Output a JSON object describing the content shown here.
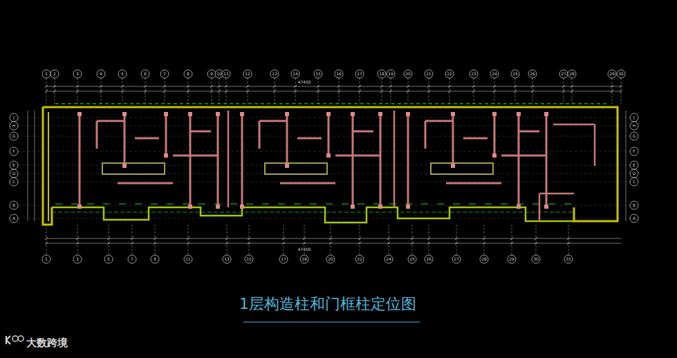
{
  "diagram": {
    "title": "1层构造柱和门框柱定位图",
    "labels": [
      "1",
      "2",
      "3",
      "4",
      "5",
      "6",
      "7",
      "8",
      "9",
      "10",
      "11",
      "12",
      "13",
      "14",
      "15",
      "16",
      "17",
      "18",
      "19",
      "20",
      "21",
      "22",
      "23",
      "24",
      "25",
      "26",
      "27",
      "28",
      "29",
      "30",
      "1",
      "3",
      "5",
      "7",
      "9",
      "11",
      "13",
      "15",
      "17",
      "18",
      "20",
      "22",
      "24",
      "25",
      "26",
      "27",
      "28",
      "29",
      "30",
      "31",
      "J",
      "H",
      "G",
      "F",
      "E",
      "D",
      "C",
      "B",
      "A",
      "J",
      "H",
      "G",
      "F",
      "E",
      "D",
      "C",
      "B",
      "A",
      "47400",
      "47400",
      "大数跨境"
    ]
  }
}
